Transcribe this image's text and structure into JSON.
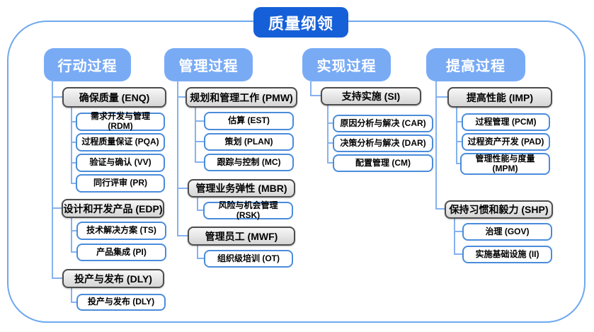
{
  "title": "质量纲领",
  "colors": {
    "title_bg": "#1560D8",
    "header_bg": "#79ABF5",
    "connector_line": "#85B2EF",
    "gray_node_border": "#4D4D4D",
    "gray_node_fill": "#E0E0E0",
    "white_node_border": "#4A8CDB",
    "frame_border": "#6FA8F0"
  },
  "columns": [
    {
      "header": "行动过程",
      "groups": [
        {
          "label": "确保质量 (ENQ)",
          "children": [
            "需求开发与管理 (RDM)",
            "过程质量保证 (PQA)",
            "验证与确认 (VV)",
            "同行评审 (PR)"
          ]
        },
        {
          "label": "设计和开发产品 (EDP)",
          "children": [
            "技术解决方案 (TS)",
            "产品集成 (PI)"
          ]
        },
        {
          "label": "投产与发布 (DLY)",
          "children": [
            "投产与发布 (DLY)"
          ]
        }
      ]
    },
    {
      "header": "管理过程",
      "groups": [
        {
          "label": "规划和管理工作 (PMW)",
          "children": [
            "估算 (EST)",
            "策划 (PLAN)",
            "跟踪与控制 (MC)"
          ]
        },
        {
          "label": "管理业务弹性 (MBR)",
          "children": [
            "风险与机会管理 (RSK)"
          ]
        },
        {
          "label": "管理员工 (MWF)",
          "children": [
            "组织级培训 (OT)"
          ]
        }
      ]
    },
    {
      "header": "实现过程",
      "groups": [
        {
          "label": "支持实施 (SI)",
          "children": [
            "原因分析与解决 (CAR)",
            "决策分析与解决 (DAR)",
            "配置管理 (CM)"
          ]
        }
      ]
    },
    {
      "header": "提高过程",
      "groups": [
        {
          "label": "提高性能 (IMP)",
          "children": [
            "过程管理 (PCM)",
            "过程资产开发 (PAD)",
            "管理性能与度量 (MPM)"
          ]
        },
        {
          "label": "保持习惯和毅力 (SHP)",
          "children": [
            "治理 (GOV)",
            "实施基础设施 (II)"
          ]
        }
      ]
    }
  ]
}
